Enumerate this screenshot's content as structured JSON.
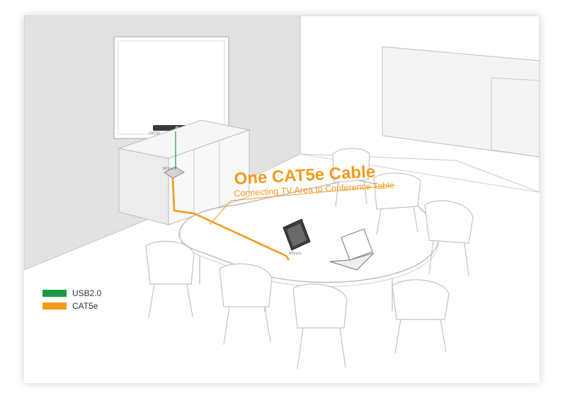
{
  "callout": {
    "title": "One CAT5e Cable",
    "subtitle": "Connecting TV Area to Conference Table"
  },
  "legend": [
    {
      "label": "USB2.0",
      "color": "#1a9a45"
    },
    {
      "label": "CAT5e",
      "color": "#f39a1e"
    }
  ],
  "devices": {
    "video_bar": "UVC40",
    "hub": "MCore",
    "touch_panel": "MTouch"
  },
  "colors": {
    "usb_line": "#1a9a45",
    "cat5e_line": "#f39a1e",
    "wall_fill": "#e2e2e2",
    "outline": "#bdbdbd"
  }
}
